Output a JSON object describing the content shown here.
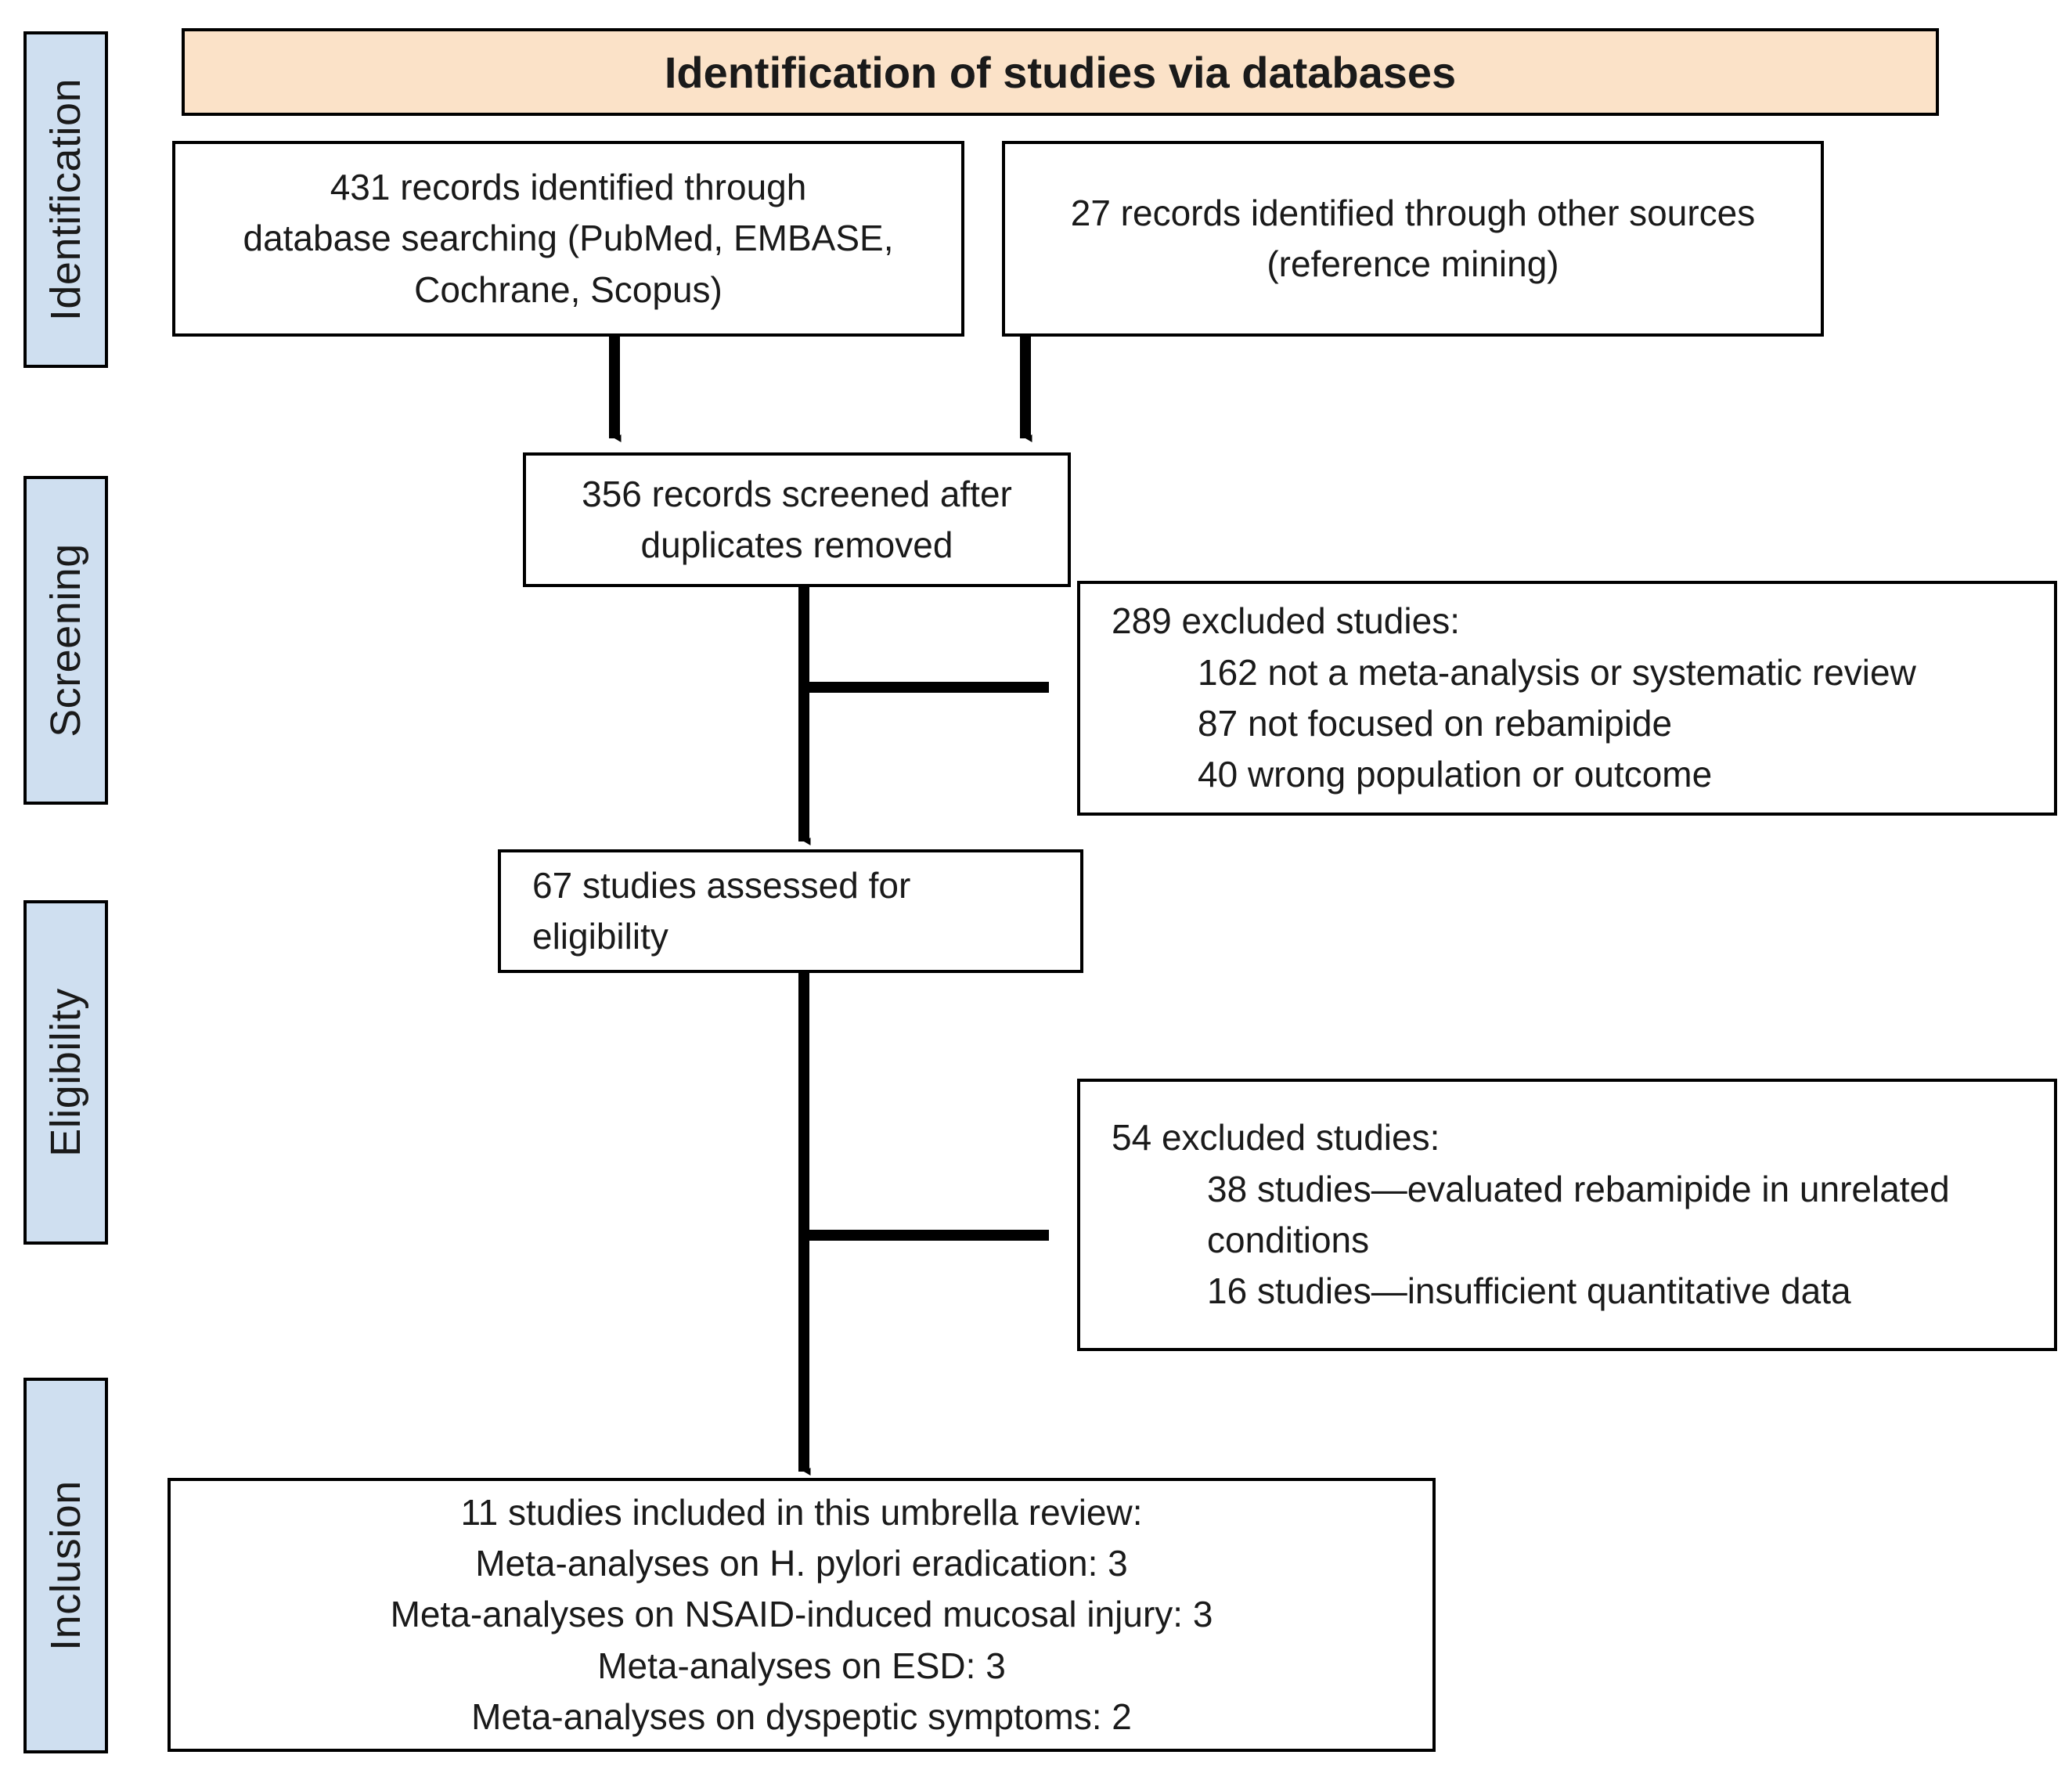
{
  "diagram": {
    "type": "prisma-flow-diagram",
    "banner": {
      "title": "Identification of studies via databases",
      "bg_color": "#fbe2c8"
    },
    "phases": [
      {
        "id": "identification",
        "label": "Identification",
        "bg_color": "#cfdff0"
      },
      {
        "id": "screening",
        "label": "Screening",
        "bg_color": "#cfdff0"
      },
      {
        "id": "eligibility",
        "label": "Eligibility",
        "bg_color": "#cfdff0"
      },
      {
        "id": "inclusion",
        "label": "Inclusion",
        "bg_color": "#cfdff0"
      }
    ],
    "nodes": {
      "database_records": {
        "name": "records-identified-database",
        "count": 431,
        "lines": [
          "431 records identified through",
          "database searching (PubMed, EMBASE,",
          "Cochrane, Scopus)"
        ]
      },
      "other_records": {
        "name": "records-identified-other",
        "count": 27,
        "lines": [
          "27 records identified through other sources",
          "(reference mining)"
        ]
      },
      "screened": {
        "name": "records-screened",
        "count": 356,
        "lines": [
          "356 records screened after",
          "duplicates removed"
        ]
      },
      "excluded_screening": {
        "name": "records-excluded-screening",
        "count": 289,
        "lines": [
          "289 excluded studies:",
          "162 not a meta-analysis or systematic review",
          "87 not focused on rebamipide",
          "40 wrong population or outcome"
        ]
      },
      "eligibility_assessed": {
        "name": "studies-assessed-eligibility",
        "count": 67,
        "lines": [
          "67 studies assessed for eligibility"
        ]
      },
      "excluded_eligibility": {
        "name": "studies-excluded-eligibility",
        "count": 54,
        "lines": [
          "54 excluded studies:",
          "38 studies—evaluated rebamipide in unrelated",
          "conditions",
          "16 studies—insufficient quantitative data"
        ]
      },
      "included": {
        "name": "studies-included",
        "count": 11,
        "lines": [
          "11 studies included in this umbrella review:",
          "Meta-analyses on H. pylori eradication: 3",
          "Meta-analyses on NSAID-induced mucosal injury: 3",
          "Meta-analyses on ESD: 3",
          "Meta-analyses on dyspeptic symptoms: 2"
        ]
      }
    }
  }
}
